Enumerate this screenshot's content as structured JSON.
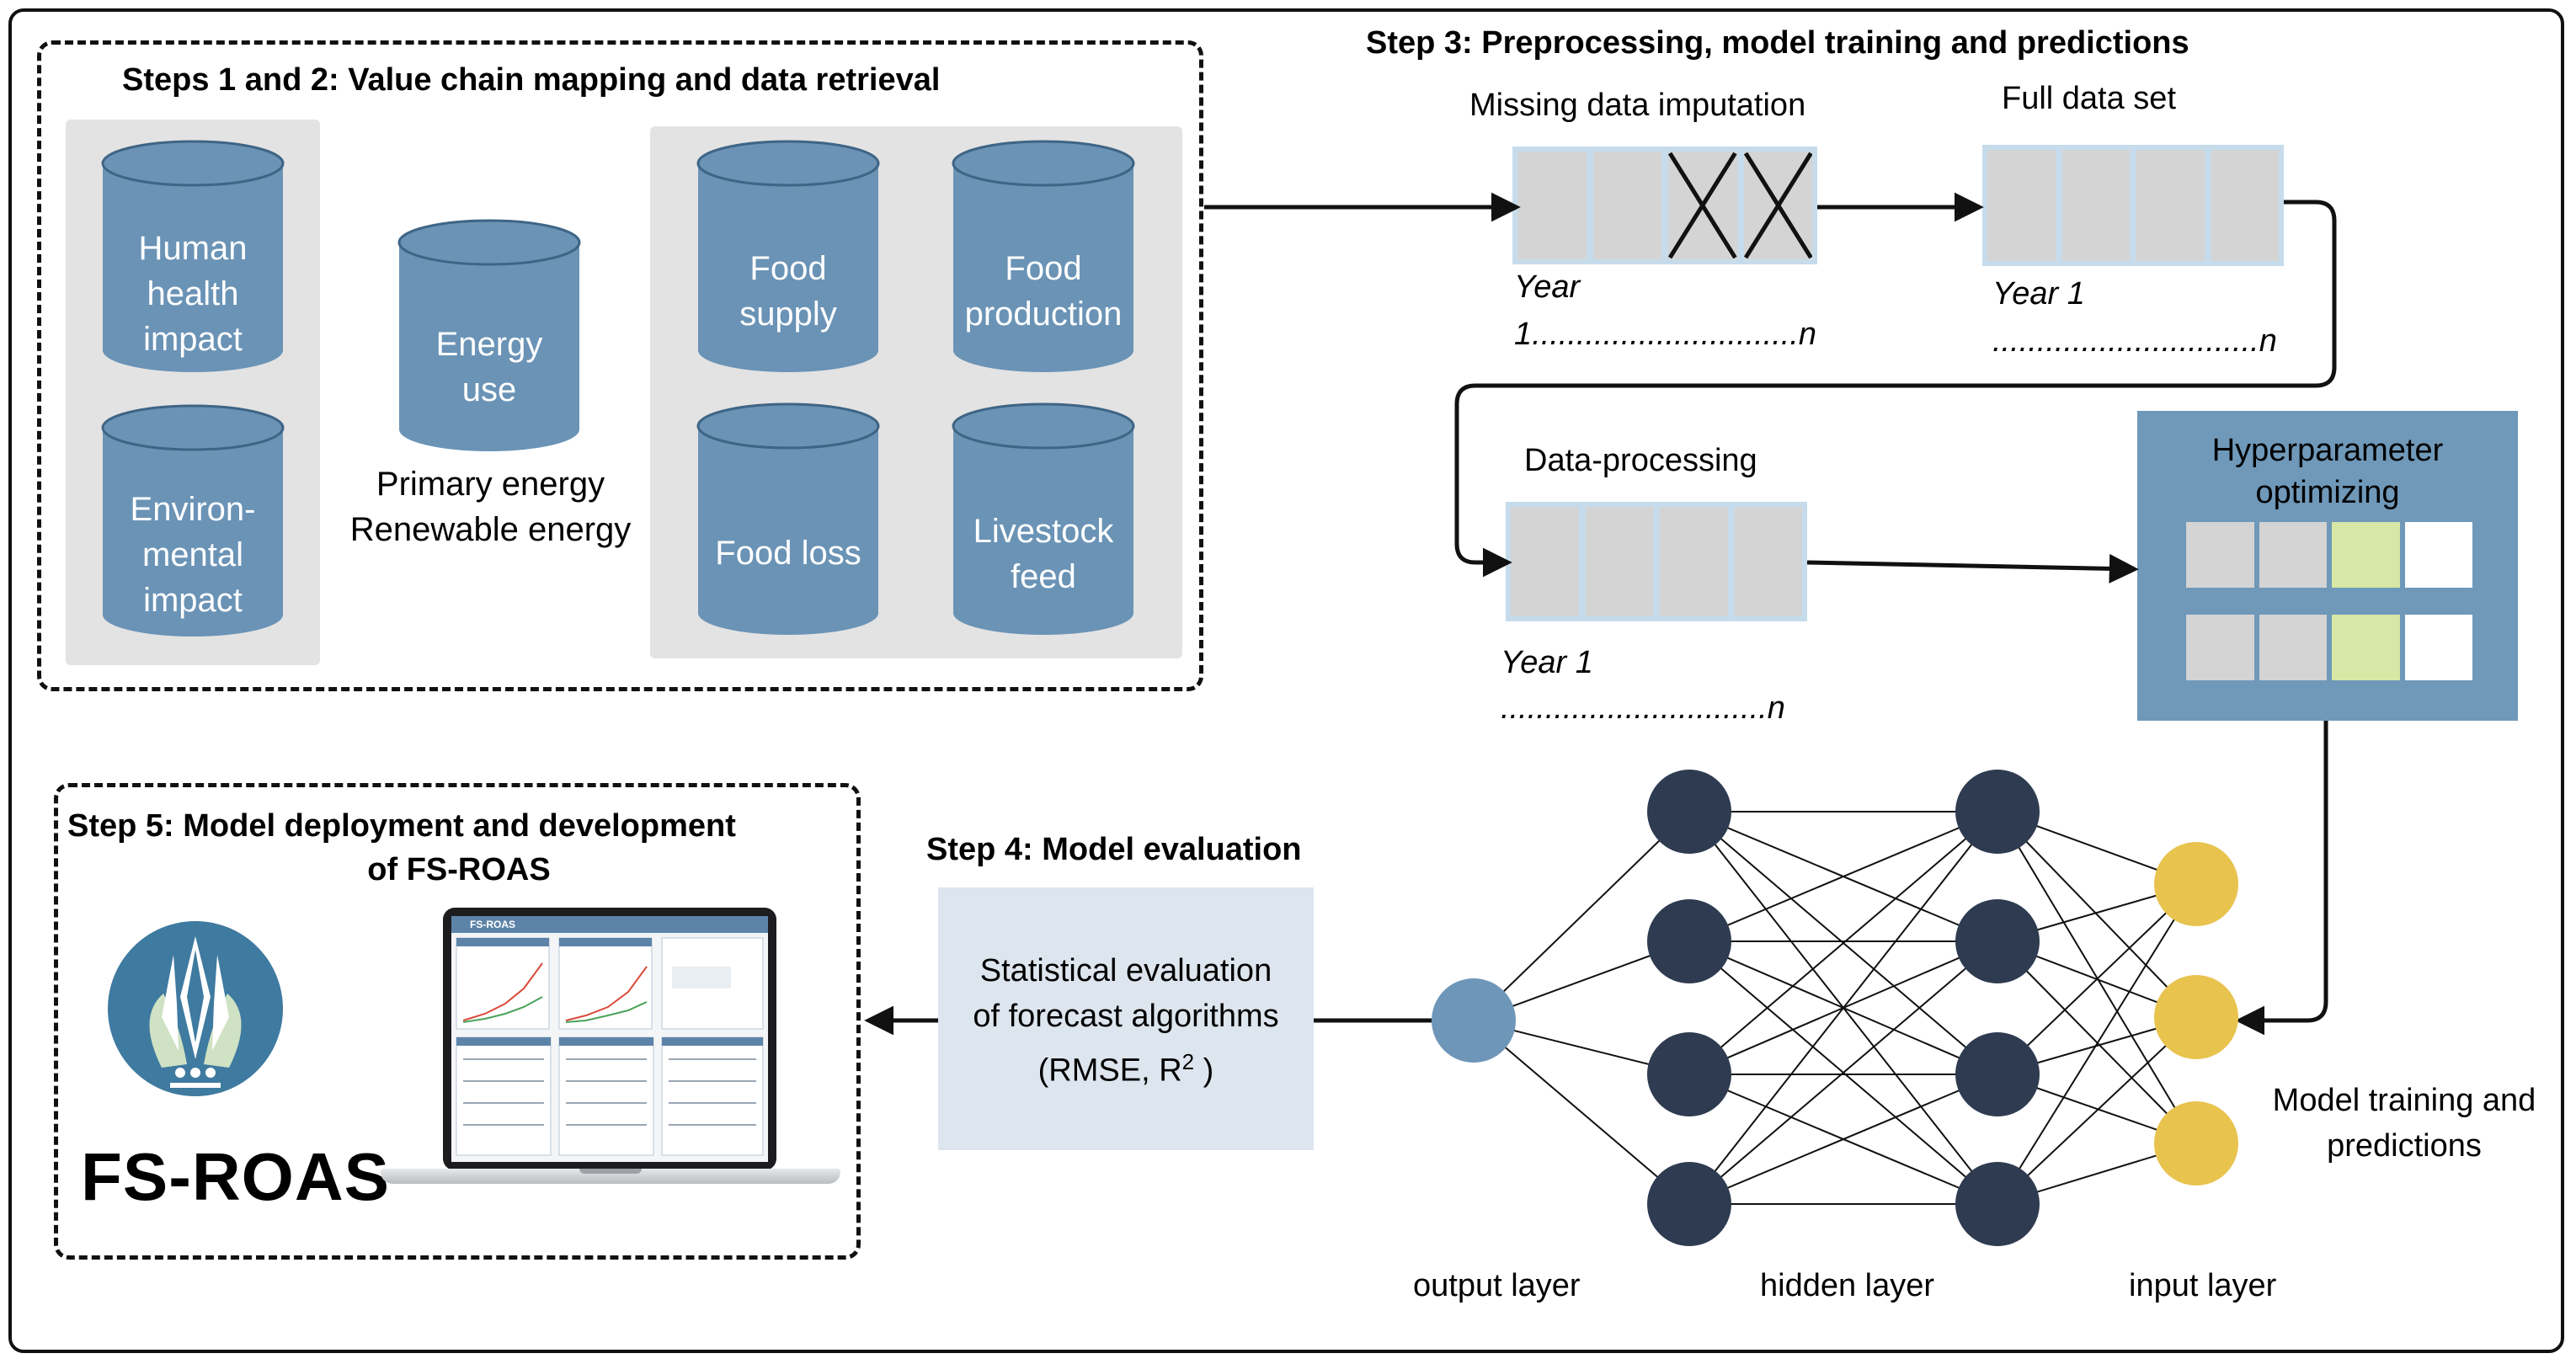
{
  "step12": {
    "title": "Steps 1 and 2: Value chain mapping and data retrieval",
    "cyl_human": [
      "Human",
      "health",
      "impact"
    ],
    "cyl_env": [
      "Environ-",
      "mental",
      "impact"
    ],
    "cyl_energy": [
      "Energy",
      "use"
    ],
    "energy_note": [
      "Primary energy",
      "Renewable energy"
    ],
    "cyl_food_supply": [
      "Food",
      "supply"
    ],
    "cyl_food_production": [
      "Food",
      "production"
    ],
    "cyl_food_loss": [
      "Food loss"
    ],
    "cyl_livestock": [
      "Livestock",
      "feed"
    ]
  },
  "step3": {
    "title": "Step 3:  Preprocessing, model training and predictions",
    "missing_label": "Missing data imputation",
    "missing_year": "Year",
    "missing_range": "1..............................n",
    "full_label": "Full data set",
    "full_year": "Year 1",
    "full_range": "..............................n",
    "processing_label": "Data-processing",
    "processing_year": "Year 1",
    "processing_range": "..............................n",
    "hyper_label": [
      "Hyperparameter",
      "optimizing"
    ],
    "training_label": [
      "Model training and",
      "predictions"
    ]
  },
  "network": {
    "output_label": "output layer",
    "hidden_label": "hidden layer",
    "input_label": "input layer"
  },
  "step4": {
    "title": "Step 4: Model evaluation",
    "eval_lines": [
      "Statistical evaluation",
      "of forecast algorithms"
    ],
    "metrics_prefix": "(RMSE, R",
    "metrics_sup": "2",
    "metrics_suffix": " )"
  },
  "step5": {
    "title_line1": "Step 5: Model deployment and development",
    "title_line2": "of FS-ROAS",
    "logo_text": "FS-ROAS",
    "screen_title": "FS-ROAS"
  },
  "colors": {
    "cylinder": "#6a93b6",
    "hyper_bg": "#6f98b9",
    "eval_bg": "#dde5ee",
    "dark_node": "#2e3b50",
    "input_node": "#e8c34e",
    "output_node": "#6e96b8",
    "highlight_cell": "#d6e7a6"
  }
}
